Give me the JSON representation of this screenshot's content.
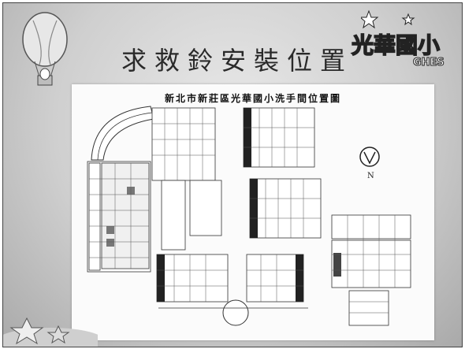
{
  "slide": {
    "title": "求救鈴安裝位置",
    "logo_text": "光華國小",
    "logo_sub": "GHES"
  },
  "document": {
    "title": "新北市新莊區光華國小洗手間位置圖",
    "compass_label": "N"
  }
}
